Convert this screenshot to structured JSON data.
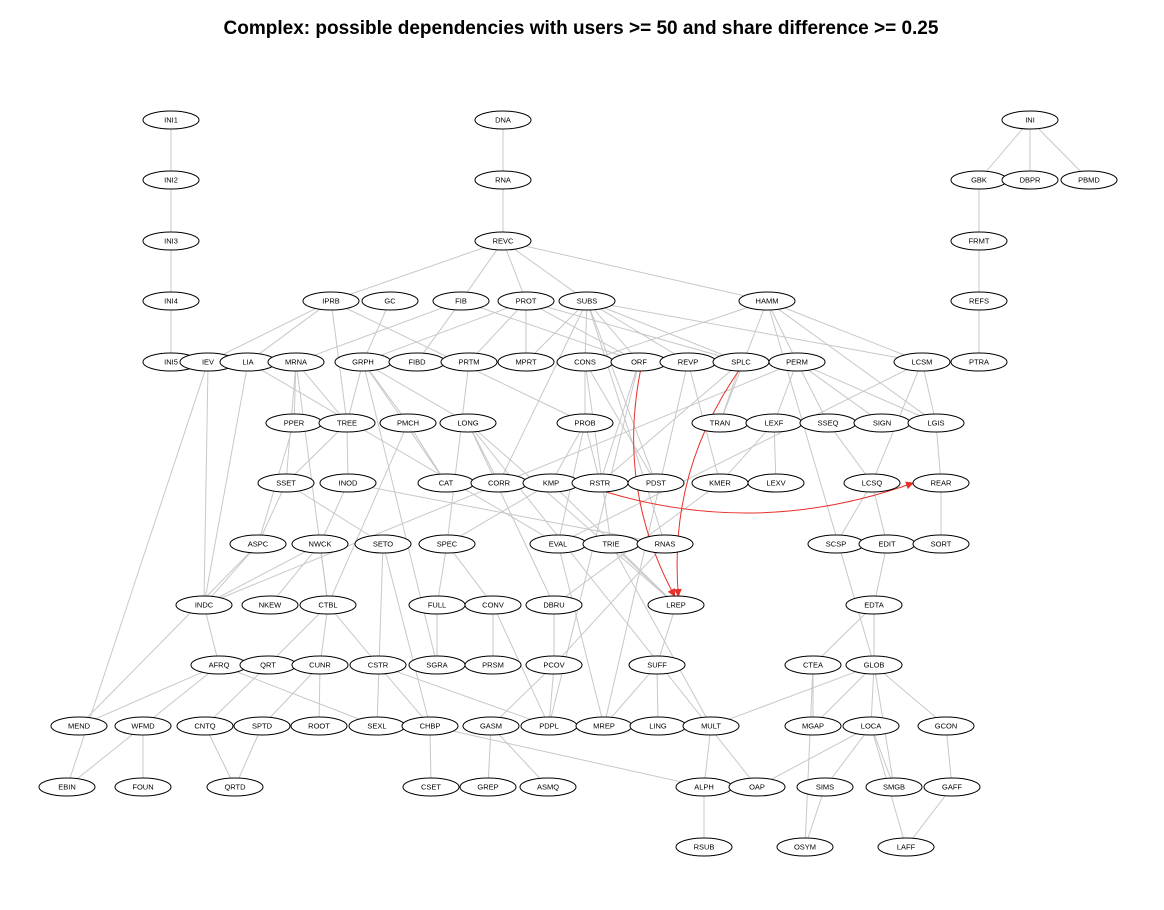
{
  "title": "Complex: possible dependencies with users >= 50 and share difference >= 0.25",
  "colors": {
    "edge": "#c8c8c8",
    "highlight_edge": "#e8302a",
    "node_stroke": "#000000",
    "background": "#ffffff"
  },
  "nodes": [
    {
      "id": "INI1"
    },
    {
      "id": "DNA"
    },
    {
      "id": "INI"
    },
    {
      "id": "INI2"
    },
    {
      "id": "RNA"
    },
    {
      "id": "GBK"
    },
    {
      "id": "DBPR"
    },
    {
      "id": "PBMD"
    },
    {
      "id": "INI3"
    },
    {
      "id": "REVC"
    },
    {
      "id": "FRMT"
    },
    {
      "id": "INI4"
    },
    {
      "id": "IPRB"
    },
    {
      "id": "GC"
    },
    {
      "id": "FIB"
    },
    {
      "id": "PROT"
    },
    {
      "id": "SUBS"
    },
    {
      "id": "HAMM"
    },
    {
      "id": "REFS"
    },
    {
      "id": "INI5"
    },
    {
      "id": "IEV"
    },
    {
      "id": "LIA"
    },
    {
      "id": "MRNA"
    },
    {
      "id": "GRPH"
    },
    {
      "id": "FIBD"
    },
    {
      "id": "PRTM"
    },
    {
      "id": "MPRT"
    },
    {
      "id": "CONS"
    },
    {
      "id": "ORF"
    },
    {
      "id": "REVP"
    },
    {
      "id": "SPLC"
    },
    {
      "id": "PERM"
    },
    {
      "id": "LCSM"
    },
    {
      "id": "PTRA"
    },
    {
      "id": "PPER"
    },
    {
      "id": "TREE"
    },
    {
      "id": "PMCH"
    },
    {
      "id": "LONG"
    },
    {
      "id": "PROB"
    },
    {
      "id": "TRAN"
    },
    {
      "id": "LEXF"
    },
    {
      "id": "SSEQ"
    },
    {
      "id": "SIGN"
    },
    {
      "id": "LGIS"
    },
    {
      "id": "SSET"
    },
    {
      "id": "INOD"
    },
    {
      "id": "CAT"
    },
    {
      "id": "CORR"
    },
    {
      "id": "KMP"
    },
    {
      "id": "RSTR"
    },
    {
      "id": "PDST"
    },
    {
      "id": "KMER"
    },
    {
      "id": "LEXV"
    },
    {
      "id": "LCSQ"
    },
    {
      "id": "REAR"
    },
    {
      "id": "ASPC"
    },
    {
      "id": "NWCK"
    },
    {
      "id": "SETO"
    },
    {
      "id": "SPEC"
    },
    {
      "id": "EVAL"
    },
    {
      "id": "TRIE"
    },
    {
      "id": "RNAS"
    },
    {
      "id": "SCSP"
    },
    {
      "id": "EDIT"
    },
    {
      "id": "SORT"
    },
    {
      "id": "INDC"
    },
    {
      "id": "NKEW"
    },
    {
      "id": "CTBL"
    },
    {
      "id": "FULL"
    },
    {
      "id": "CONV"
    },
    {
      "id": "DBRU"
    },
    {
      "id": "LREP"
    },
    {
      "id": "EDTA"
    },
    {
      "id": "AFRQ"
    },
    {
      "id": "QRT"
    },
    {
      "id": "CUNR"
    },
    {
      "id": "CSTR"
    },
    {
      "id": "SGRA"
    },
    {
      "id": "PRSM"
    },
    {
      "id": "PCOV"
    },
    {
      "id": "SUFF"
    },
    {
      "id": "CTEA"
    },
    {
      "id": "GLOB"
    },
    {
      "id": "MEND"
    },
    {
      "id": "WFMD"
    },
    {
      "id": "CNTQ"
    },
    {
      "id": "SPTD"
    },
    {
      "id": "ROOT"
    },
    {
      "id": "SEXL"
    },
    {
      "id": "CHBP"
    },
    {
      "id": "GASM"
    },
    {
      "id": "PDPL"
    },
    {
      "id": "MREP"
    },
    {
      "id": "LING"
    },
    {
      "id": "MULT"
    },
    {
      "id": "MGAP"
    },
    {
      "id": "LOCA"
    },
    {
      "id": "GCON"
    },
    {
      "id": "EBIN"
    },
    {
      "id": "FOUN"
    },
    {
      "id": "QRTD"
    },
    {
      "id": "CSET"
    },
    {
      "id": "GREP"
    },
    {
      "id": "ASMQ"
    },
    {
      "id": "ALPH"
    },
    {
      "id": "OAP"
    },
    {
      "id": "SIMS"
    },
    {
      "id": "SMGB"
    },
    {
      "id": "GAFF"
    },
    {
      "id": "RSUB"
    },
    {
      "id": "OSYM"
    },
    {
      "id": "LAFF"
    }
  ],
  "edges": [
    [
      "INI1",
      "INI2"
    ],
    [
      "INI2",
      "INI3"
    ],
    [
      "INI3",
      "INI4"
    ],
    [
      "INI4",
      "INI5"
    ],
    [
      "DNA",
      "RNA"
    ],
    [
      "RNA",
      "REVC"
    ],
    [
      "INI",
      "GBK"
    ],
    [
      "INI",
      "DBPR"
    ],
    [
      "INI",
      "PBMD"
    ],
    [
      "GBK",
      "FRMT"
    ],
    [
      "FRMT",
      "REFS"
    ],
    [
      "REFS",
      "PTRA"
    ],
    [
      "REVC",
      "IPRB"
    ],
    [
      "REVC",
      "FIB"
    ],
    [
      "REVC",
      "PROT"
    ],
    [
      "REVC",
      "SUBS"
    ],
    [
      "REVC",
      "HAMM"
    ],
    [
      "IPRB",
      "LIA"
    ],
    [
      "IPRB",
      "IEV"
    ],
    [
      "IPRB",
      "TREE"
    ],
    [
      "IPRB",
      "PROB"
    ],
    [
      "GC",
      "GRPH"
    ],
    [
      "FIB",
      "FIBD"
    ],
    [
      "FIB",
      "MRNA"
    ],
    [
      "FIB",
      "ORF"
    ],
    [
      "PROT",
      "PRTM"
    ],
    [
      "PROT",
      "MPRT"
    ],
    [
      "PROT",
      "ORF"
    ],
    [
      "PROT",
      "SPLC"
    ],
    [
      "PROT",
      "GRPH"
    ],
    [
      "SUBS",
      "MPRT"
    ],
    [
      "SUBS",
      "CONS"
    ],
    [
      "SUBS",
      "ORF"
    ],
    [
      "SUBS",
      "REVP"
    ],
    [
      "SUBS",
      "SPLC"
    ],
    [
      "SUBS",
      "LCSM"
    ],
    [
      "SUBS",
      "CORR"
    ],
    [
      "SUBS",
      "PDST"
    ],
    [
      "SUBS",
      "RNAS"
    ],
    [
      "HAMM",
      "PERM"
    ],
    [
      "HAMM",
      "TRAN"
    ],
    [
      "HAMM",
      "LCSM"
    ],
    [
      "HAMM",
      "CONS"
    ],
    [
      "HAMM",
      "GLOB"
    ],
    [
      "HAMM",
      "LGIS"
    ],
    [
      "MRNA",
      "PPER"
    ],
    [
      "MRNA",
      "TREE"
    ],
    [
      "MRNA",
      "SSET"
    ],
    [
      "MRNA",
      "CTBL"
    ],
    [
      "GRPH",
      "TREE"
    ],
    [
      "GRPH",
      "PMCH"
    ],
    [
      "GRPH",
      "LONG"
    ],
    [
      "GRPH",
      "CAT"
    ],
    [
      "GRPH",
      "SGRA"
    ],
    [
      "LIA",
      "INDC"
    ],
    [
      "LIA",
      "EVAL"
    ],
    [
      "IEV",
      "INDC"
    ],
    [
      "IEV",
      "EBIN"
    ],
    [
      "PRTM",
      "SPEC"
    ],
    [
      "CONS",
      "PROB"
    ],
    [
      "CONS",
      "PDST"
    ],
    [
      "CONS",
      "TRIE"
    ],
    [
      "ORF",
      "RSTR"
    ],
    [
      "ORF",
      "PDPL"
    ],
    [
      "REVP",
      "KMER"
    ],
    [
      "REVP",
      "MREP"
    ],
    [
      "SPLC",
      "TRAN"
    ],
    [
      "SPLC",
      "RSTR"
    ],
    [
      "PERM",
      "LEXF"
    ],
    [
      "PERM",
      "SSEQ"
    ],
    [
      "PERM",
      "SIGN"
    ],
    [
      "PERM",
      "INDC"
    ],
    [
      "PERM",
      "LGIS"
    ],
    [
      "LCSM",
      "LCSQ"
    ],
    [
      "LCSM",
      "LGIS"
    ],
    [
      "LCSM",
      "EVAL"
    ],
    [
      "PPER",
      "ASPC"
    ],
    [
      "TREE",
      "INOD"
    ],
    [
      "TREE",
      "SSET"
    ],
    [
      "PMCH",
      "CAT"
    ],
    [
      "PMCH",
      "CTBL"
    ],
    [
      "LONG",
      "CORR"
    ],
    [
      "LONG",
      "DBRU"
    ],
    [
      "LONG",
      "LREP"
    ],
    [
      "PROB",
      "RSTR"
    ],
    [
      "PROB",
      "KMP"
    ],
    [
      "PROB",
      "EVAL"
    ],
    [
      "LEXF",
      "LEXV"
    ],
    [
      "LEXF",
      "KMER"
    ],
    [
      "SSEQ",
      "LCSQ"
    ],
    [
      "LGIS",
      "REAR"
    ],
    [
      "SSET",
      "ASPC"
    ],
    [
      "SSET",
      "SETO"
    ],
    [
      "INOD",
      "NWCK"
    ],
    [
      "INOD",
      "RNAS"
    ],
    [
      "KMP",
      "SPEC"
    ],
    [
      "KMP",
      "LREP"
    ],
    [
      "KMER",
      "DBRU"
    ],
    [
      "LCSQ",
      "SCSP"
    ],
    [
      "LCSQ",
      "EDIT"
    ],
    [
      "REAR",
      "SORT"
    ],
    [
      "ASPC",
      "INDC"
    ],
    [
      "ASPC",
      "MEND"
    ],
    [
      "NWCK",
      "NKEW"
    ],
    [
      "NWCK",
      "CTBL"
    ],
    [
      "NWCK",
      "INDC"
    ],
    [
      "SETO",
      "CHBP"
    ],
    [
      "SETO",
      "SEXL"
    ],
    [
      "SPEC",
      "FULL"
    ],
    [
      "SPEC",
      "CONV"
    ],
    [
      "EVAL",
      "MREP"
    ],
    [
      "TRIE",
      "LREP"
    ],
    [
      "TRIE",
      "MULT"
    ],
    [
      "RNAS",
      "PCOV"
    ],
    [
      "EDIT",
      "EDTA"
    ],
    [
      "INDC",
      "AFRQ"
    ],
    [
      "CTBL",
      "QRT"
    ],
    [
      "CTBL",
      "CUNR"
    ],
    [
      "CTBL",
      "CSTR"
    ],
    [
      "FULL",
      "SGRA"
    ],
    [
      "CONV",
      "PRSM"
    ],
    [
      "CONV",
      "PDPL"
    ],
    [
      "DBRU",
      "PCOV"
    ],
    [
      "LREP",
      "SUFF"
    ],
    [
      "EDTA",
      "CTEA"
    ],
    [
      "EDTA",
      "GLOB"
    ],
    [
      "AFRQ",
      "MEND"
    ],
    [
      "AFRQ",
      "WFMD"
    ],
    [
      "AFRQ",
      "SEXL"
    ],
    [
      "QRT",
      "CNTQ"
    ],
    [
      "CUNR",
      "ROOT"
    ],
    [
      "CUNR",
      "SPTD"
    ],
    [
      "CSTR",
      "CHBP"
    ],
    [
      "CSTR",
      "PDPL"
    ],
    [
      "PCOV",
      "PDPL"
    ],
    [
      "PCOV",
      "GASM"
    ],
    [
      "SUFF",
      "LING"
    ],
    [
      "SUFF",
      "MREP"
    ],
    [
      "CTEA",
      "MGAP"
    ],
    [
      "CTEA",
      "OSYM"
    ],
    [
      "GLOB",
      "MGAP"
    ],
    [
      "GLOB",
      "LOCA"
    ],
    [
      "GLOB",
      "GCON"
    ],
    [
      "GLOB",
      "SMGB"
    ],
    [
      "GLOB",
      "MULT"
    ],
    [
      "WFMD",
      "EBIN"
    ],
    [
      "WFMD",
      "FOUN"
    ],
    [
      "CNTQ",
      "QRTD"
    ],
    [
      "SPTD",
      "QRTD"
    ],
    [
      "CHBP",
      "CSET"
    ],
    [
      "GASM",
      "GREP"
    ],
    [
      "GASM",
      "ASMQ"
    ],
    [
      "MULT",
      "ALPH"
    ],
    [
      "ALPH",
      "RSUB"
    ],
    [
      "LOCA",
      "OAP"
    ],
    [
      "LOCA",
      "SIMS"
    ],
    [
      "LOCA",
      "SMGB"
    ],
    [
      "LOCA",
      "LAFF"
    ],
    [
      "SIMS",
      "OSYM"
    ],
    [
      "GCON",
      "GAFF"
    ],
    [
      "GAFF",
      "LAFF"
    ],
    [
      "CHBP",
      "ALPH"
    ],
    [
      "LONG",
      "OAP"
    ]
  ],
  "highlight_edges": [
    [
      "ORF",
      "LREP"
    ],
    [
      "SPLC",
      "LREP"
    ],
    [
      "KMP",
      "REAR"
    ]
  ]
}
